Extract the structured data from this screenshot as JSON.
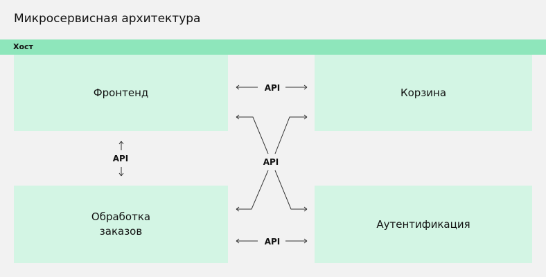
{
  "title": "Микросервисная архитектура",
  "host_label": "Хост",
  "services": {
    "frontend": "Фронтенд",
    "cart": "Корзина",
    "orders_line1": "Обработка",
    "orders_line2": "заказов",
    "auth": "Аутентификация"
  },
  "connections": {
    "frontend_cart": "API",
    "frontend_orders": "API",
    "cross": "API",
    "orders_auth": "API"
  }
}
